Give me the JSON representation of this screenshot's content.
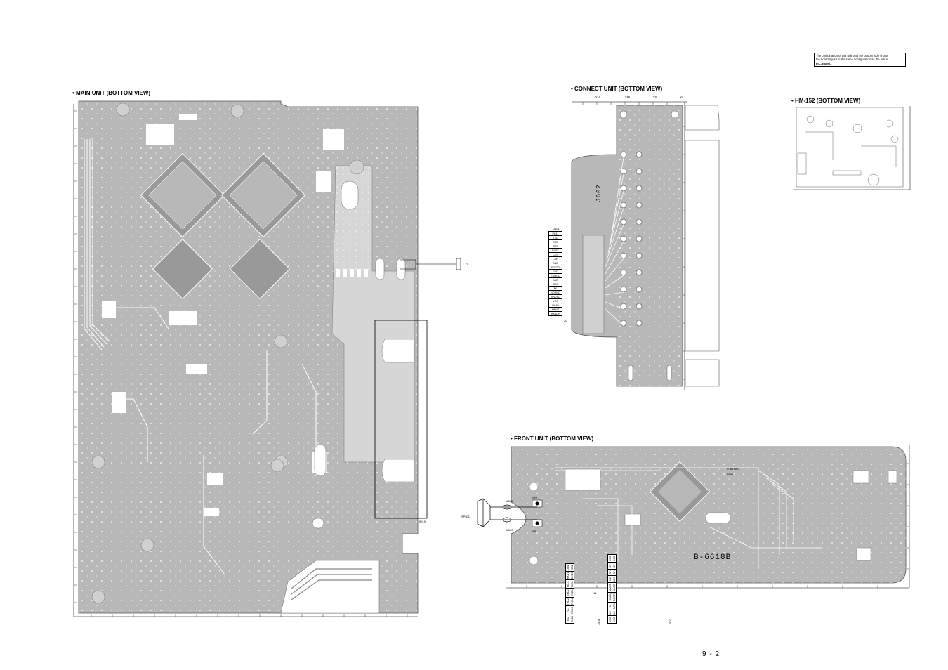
{
  "note": {
    "lines": [
      "The combination of this side and the bottom side shows",
      "the board layout in the same configuration as the actual",
      "P.C.Board."
    ]
  },
  "main_unit": {
    "title": "• MAIN UNIT (BOTTOM VIEW)",
    "jack_label": "J7",
    "part_label": "9019"
  },
  "connect_unit": {
    "title": "• CONNECT UNIT (BOTTOM VIEW)",
    "connector_label": "J602",
    "table_title": "J601",
    "pins": [
      "PG11",
      "TXD",
      "RXD",
      "RTS",
      "RUST",
      "CTS",
      "CDR",
      "GND",
      "EPTTO",
      "GND",
      "EXMOD",
      "AUD",
      "DISC",
      "FK",
      "NORNO",
      "MNUTO",
      "VCC",
      "DIMO",
      "MMUT",
      "HANDP"
    ],
    "pin_end": "20",
    "top_labels": [
      "V15",
      "V16",
      "V5",
      "V0"
    ]
  },
  "hm152": {
    "title": "• HM-152 (BOTTOM VIEW)"
  },
  "front_unit": {
    "title": "• FRONT UNIT (BOTTOM VIEW)",
    "board_id": "B-6618B",
    "speaker_label": "SP501",
    "w_labels": [
      "W502",
      "W503"
    ],
    "sp_labels": [
      "SP+",
      "SP-"
    ],
    "contrast_label": "CONTRAST",
    "r_label": "R503",
    "table_left": {
      "pins_top": [
        "NC",
        "NC",
        "TXD2",
        "RXD2",
        "TXD1",
        "RXD1",
        "GND"
      ],
      "pins_bottom": [
        "TXD3",
        "RXD3",
        "TXD4",
        "RXD4",
        "TXD5",
        "RXD5",
        "GND"
      ],
      "label": "J501",
      "end": "14"
    },
    "table_right": {
      "pins_top": [
        "VCC",
        "NC",
        "8V",
        "DIMO",
        "MMUT",
        "NC",
        "SP-",
        "SP+",
        "GND"
      ],
      "pins_bottom": [
        "VCC",
        "NC",
        "MPD",
        "POWR",
        "MUTE",
        "AFO",
        "SP-",
        "SP+",
        "GND"
      ],
      "label": "J502",
      "end": "20"
    }
  },
  "page_number": "9 - 2",
  "colors": {
    "board": "#b8b8b8",
    "trace": "#ffffff",
    "ink": "#000000"
  }
}
